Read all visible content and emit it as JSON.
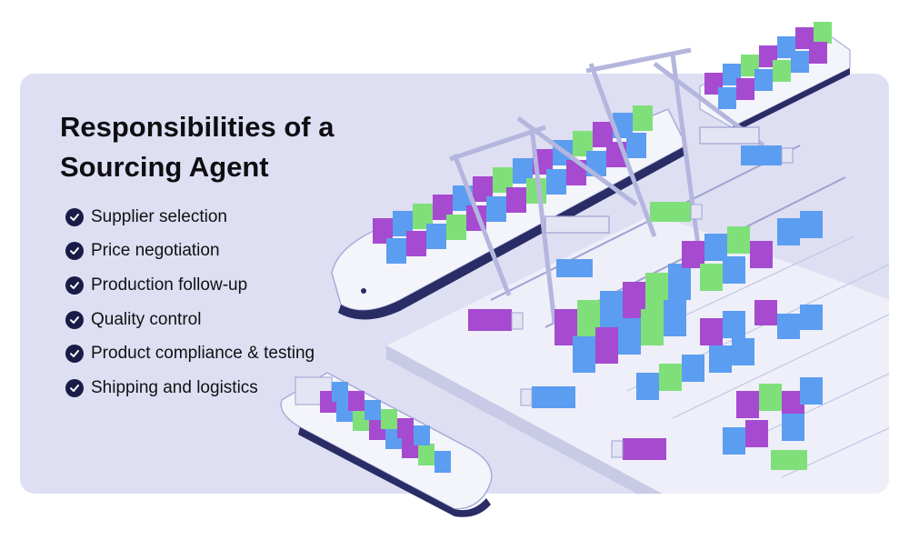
{
  "heading": "Responsibilities of a Sourcing Agent",
  "responsibilities": [
    {
      "label": "Supplier selection",
      "icon": "check-circle-icon"
    },
    {
      "label": "Price negotiation",
      "icon": "check-circle-icon"
    },
    {
      "label": "Production follow-up",
      "icon": "check-circle-icon"
    },
    {
      "label": "Quality control",
      "icon": "check-circle-icon"
    },
    {
      "label": "Product compliance & testing",
      "icon": "check-circle-icon"
    },
    {
      "label": "Shipping and logistics",
      "icon": "check-circle-icon"
    }
  ],
  "colors": {
    "background_panel": "#dedff3",
    "check_icon": "#1a1c47",
    "heading_text": "#0e0e12",
    "container_purple": "#a64ad0",
    "container_blue": "#5b9df0",
    "container_green": "#7fe07a",
    "ship_hull": "#f4f4fb",
    "ship_stripe": "#2a2c66"
  },
  "illustration": "isometric-port-scene"
}
